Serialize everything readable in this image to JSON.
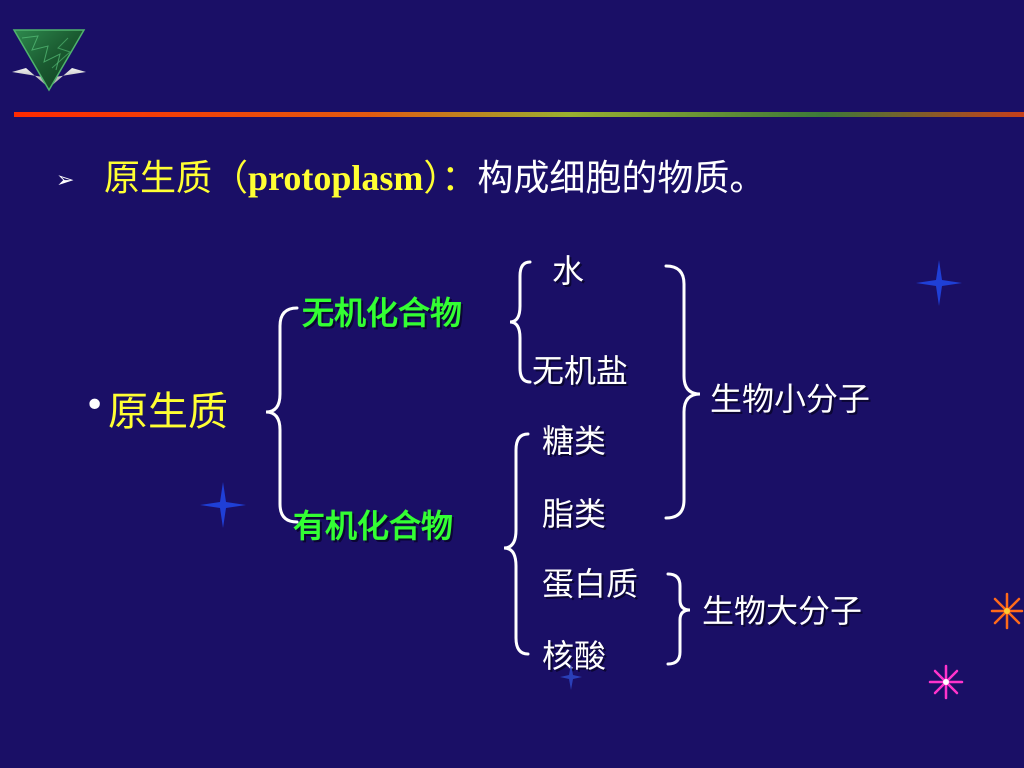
{
  "title": {
    "bullet": "➢",
    "term": "原生质（",
    "term_en": "protoplasm",
    "term_close": "）：",
    "definition": "构成细胞的物质。"
  },
  "main": {
    "bullet": "•",
    "label": "原生质"
  },
  "categories": {
    "inorganic": "无机化合物",
    "organic": "有机化合物"
  },
  "items": {
    "water": "水",
    "salt": "无机盐",
    "sugar": "糖类",
    "lipid": "脂类",
    "protein": "蛋白质",
    "nucleic": "核酸"
  },
  "groups": {
    "small": "生物小分子",
    "large": "生物大分子"
  },
  "colors": {
    "background": "#1a0f66",
    "highlight_yellow": "#ffff33",
    "category_green": "#33ff33",
    "text_white": "#ffffff"
  }
}
